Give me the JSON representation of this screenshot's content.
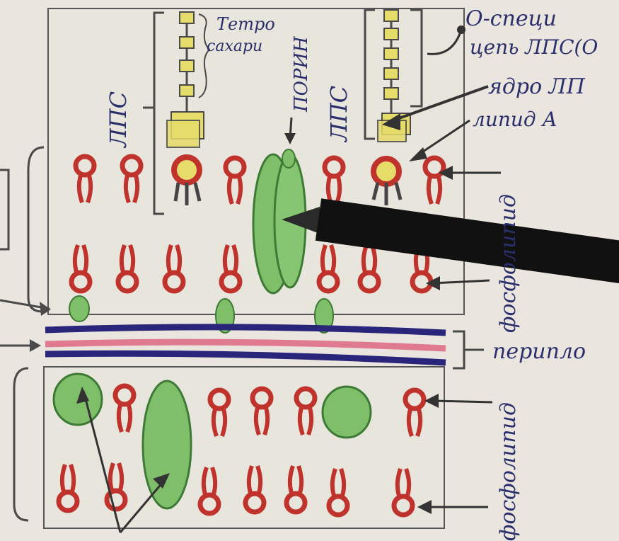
{
  "labels": {
    "lps_left": "ЛПС",
    "lps_right": "ЛПС",
    "tetra_line1": "Тетро",
    "tetra_line2": "сахари",
    "porin": "ПОРИН",
    "o_chain_line1": "О-специ",
    "o_chain_line2": "цепь ЛПС(О",
    "lps_core": "ядро ЛП",
    "lipid_a": "липид А",
    "phospholipid_upper": "фосфолипид",
    "periplasm": "перипло",
    "phospholipid_lower": "фосфолипид"
  },
  "colors": {
    "paper": "#eae6df",
    "pencil": "#4a4a4a",
    "ink": "#2a2f6b",
    "lipid_red": "#c0322c",
    "protein_green": "#7fbf6a",
    "sugar_yellow": "#e6dc6a",
    "peptidoglycan_navy": "#28257a",
    "peptidoglycan_pink": "#e07a90",
    "pen_black": "#111111"
  },
  "icons": {
    "pen": "pen-icon",
    "phospholipid": "phospholipid-icon",
    "porin": "porin-icon",
    "sugar": "sugar-block-icon"
  }
}
